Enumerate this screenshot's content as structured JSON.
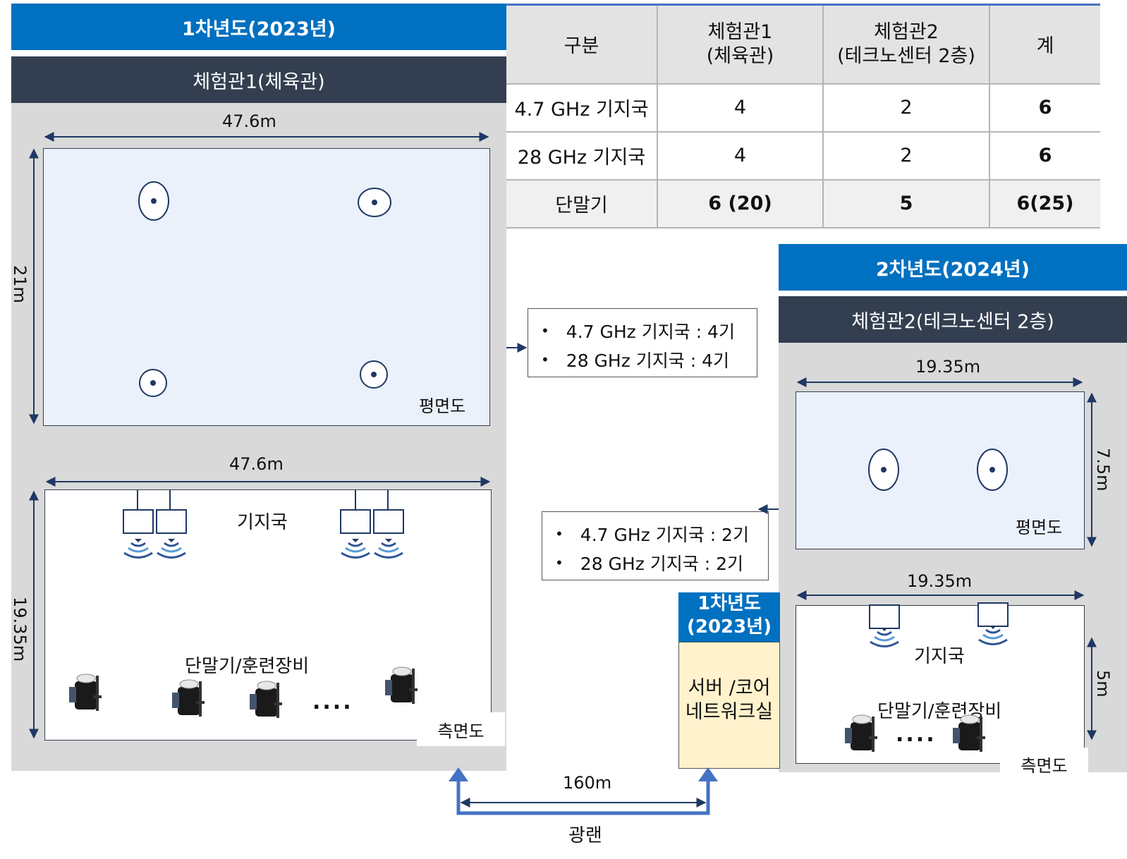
{
  "year1": {
    "banner": "1차년도(2023년)",
    "hall_title": "체험관1(체육관)",
    "plan": {
      "width_label": "47.6m",
      "depth_label": "21m",
      "caption": "평면도"
    },
    "section": {
      "width_label": "47.6m",
      "height_label": "19.35m",
      "base_station_label": "기지국",
      "terminal_label": "단말기/훈련장비",
      "ellipsis": "....",
      "caption": "측면도"
    },
    "equipment": [
      "4.7 GHz 기지국 : 4기",
      "28 GHz 기지국  : 4기"
    ]
  },
  "table": {
    "headers": [
      "구분",
      "체험관1\n(체육관)",
      "체험관2\n(테크노센터 2층)",
      "계"
    ],
    "rows": [
      [
        "4.7 GHz 기지국",
        "4",
        "2",
        "6"
      ],
      [
        "28 GHz 기지국",
        "4",
        "2",
        "6"
      ],
      [
        "단말기",
        "6 (20)",
        "5",
        "6(25)"
      ]
    ]
  },
  "year2": {
    "banner": "2차년도(2024년)",
    "hall_title": "체험관2(테크노센터 2층)",
    "plan": {
      "width_label": "19.35m",
      "depth_label": "7.5m",
      "caption": "평면도"
    },
    "section": {
      "width_label": "19.35m",
      "height_label": "5m",
      "base_station_label": "기지국",
      "terminal_label": "단말기/훈련장비",
      "ellipsis": "....",
      "caption": "측면도"
    },
    "equipment": [
      "4.7 GHz 기지국 : 2기",
      "28 GHz 기지국  : 2기"
    ]
  },
  "server_room": {
    "year_label": "1차년도\n(2023년)",
    "name": "서버 /코어\n네트워크실"
  },
  "link": {
    "distance": "160m",
    "medium": "광랜"
  },
  "colors": {
    "banner_blue": "#0070c0",
    "banner_dark": "#333f50",
    "panel_gray": "#d9d9d9",
    "arrow_blue": "#4472c4",
    "server_fill": "#fff2cc"
  }
}
